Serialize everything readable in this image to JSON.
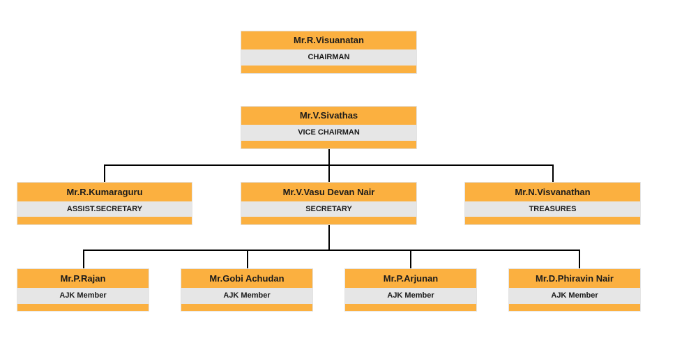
{
  "chart": {
    "members": [
      {
        "name": "Mr.R.Visuanatan",
        "role": "CHAIRMAN"
      },
      {
        "name": "Mr.V.Sivathas",
        "role": "VICE CHAIRMAN"
      },
      {
        "name": "Mr.R.Kumaraguru",
        "role": "ASSIST.SECRETARY"
      },
      {
        "name": "Mr.V.Vasu Devan Nair",
        "role": "SECRETARY"
      },
      {
        "name": "Mr.N.Visvanathan",
        "role": "TREASURES"
      },
      {
        "name": "Mr.P.Rajan",
        "role": "AJK Member"
      },
      {
        "name": "Mr.Gobi Achudan",
        "role": "AJK Member"
      },
      {
        "name": "Mr.P.Arjunan",
        "role": "AJK Member"
      },
      {
        "name": "Mr.D.Phiravin Nair",
        "role": "AJK Member"
      }
    ]
  },
  "colors": {
    "header": "#fbb040",
    "role_band": "#e6e6e6",
    "connector": "#000000"
  }
}
